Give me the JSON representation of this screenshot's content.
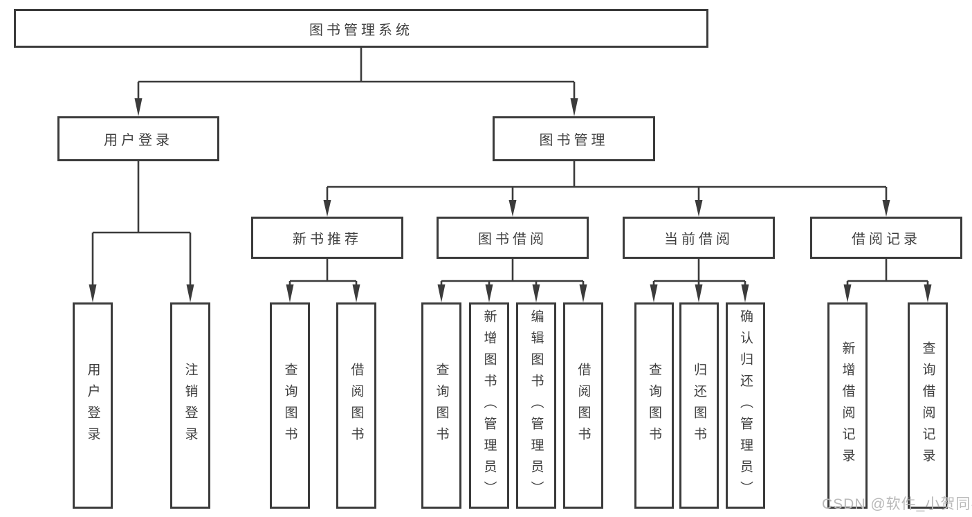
{
  "root": {
    "label": "图书管理系统"
  },
  "user_login": {
    "label": "用户登录",
    "children": [
      {
        "label": "用户登录"
      },
      {
        "label": "注销登录"
      }
    ]
  },
  "book_management": {
    "label": "图书管理",
    "children": [
      {
        "label": "新书推荐",
        "children": [
          {
            "label": "查询图书"
          },
          {
            "label": "借阅图书"
          }
        ]
      },
      {
        "label": "图书借阅",
        "children": [
          {
            "label": "查询图书"
          },
          {
            "label": "新增图书（管理员）"
          },
          {
            "label": "编辑图书（管理员）"
          },
          {
            "label": "借阅图书"
          }
        ]
      },
      {
        "label": "当前借阅",
        "children": [
          {
            "label": "查询图书"
          },
          {
            "label": "归还图书"
          },
          {
            "label": "确认归还（管理员）"
          }
        ]
      },
      {
        "label": "借阅记录",
        "children": [
          {
            "label": "新增借阅记录"
          },
          {
            "label": "查询借阅记录"
          }
        ]
      }
    ]
  },
  "watermark": {
    "text": "CSDN @软件_小贺同学"
  },
  "colors": {
    "line": "#3b3b3b",
    "text": "#3f3f3f",
    "watermark": "#b9b9b9"
  }
}
